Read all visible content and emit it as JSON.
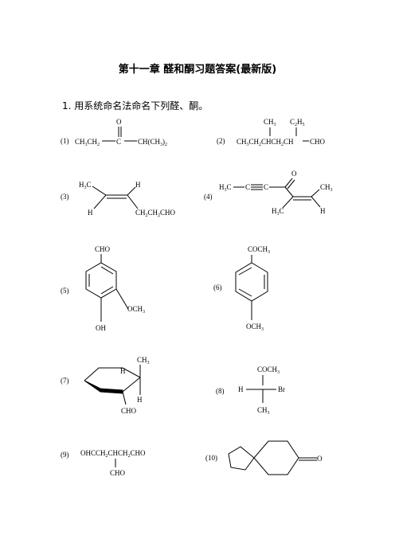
{
  "title": "第十一章 醛和酮习题答案(最新版)",
  "question": "1. 用系统命名法命名下列醛、酮。",
  "items": [
    {
      "num": "(1)",
      "formula": "CH3CH2—C—CH(CH3)2",
      "o": "O"
    },
    {
      "num": "(2)",
      "formula": "CH3CH2CHCH2CH—CHO",
      "sub1": "CH3",
      "sub2": "C2H5"
    },
    {
      "num": "(3)",
      "labels": [
        "H3C",
        "H",
        "H",
        "CH2CH2CHO"
      ]
    },
    {
      "num": "(4)",
      "labels": [
        "H3C—C≡C",
        "O",
        "CH3",
        "H3C",
        "H"
      ]
    },
    {
      "num": "(5)",
      "labels": [
        "CHO",
        "OCH3",
        "OH"
      ]
    },
    {
      "num": "(6)",
      "labels": [
        "COCH3",
        "OCH3"
      ]
    },
    {
      "num": "(7)",
      "labels": [
        "CH3",
        "H",
        "H",
        "CHO"
      ]
    },
    {
      "num": "(8)",
      "labels": [
        "COCH3",
        "H",
        "Br",
        "CH3"
      ]
    },
    {
      "num": "(9)",
      "formula": "OHCCH2CHCH2CHO",
      "sub": "CHO"
    },
    {
      "num": "(10)",
      "labels": [
        "O"
      ]
    }
  ]
}
